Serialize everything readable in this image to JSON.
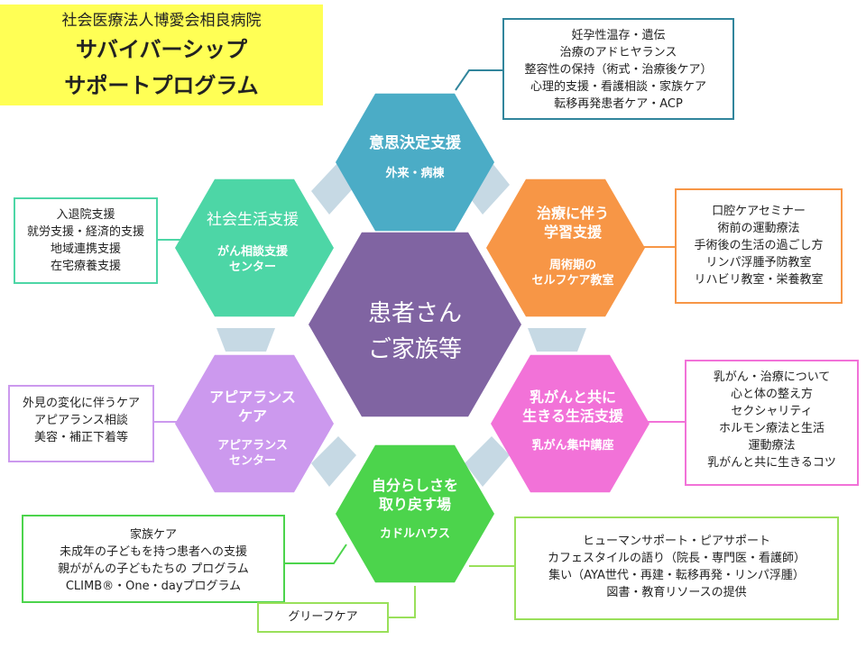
{
  "title": {
    "org": "社会医療法人博愛会相良病院",
    "line1": "サバイバーシップ",
    "line2": "サポートプログラム"
  },
  "center": {
    "line1": "患者さん",
    "line2": "ご家族等"
  },
  "hexes": {
    "decision": {
      "title": [
        "意思決定支援"
      ],
      "sub": [
        "外来・病棟"
      ]
    },
    "learning": {
      "title": [
        "治療に伴う",
        "学習支援"
      ],
      "sub": [
        "周術期の",
        "セルフケア教室"
      ]
    },
    "breast": {
      "title": [
        "乳がんと共に",
        "生きる生活支援"
      ],
      "sub": [
        "乳がん集中講座"
      ]
    },
    "self": {
      "title": [
        "自分らしさを",
        "取り戻す場"
      ],
      "sub": [
        "カドルハウス"
      ]
    },
    "appearance": {
      "title": [
        "アピアランス",
        "ケア"
      ],
      "sub": [
        "アピアランス",
        "センター"
      ]
    },
    "social": {
      "title": [
        "社会生活支援"
      ],
      "sub": [
        "がん相談支援",
        "センター"
      ]
    }
  },
  "boxes": {
    "decision": [
      "妊孕性温存・遺伝",
      "治療のアドヒヤランス",
      "整容性の保持（術式・治療後ケア）",
      "心理的支援・看護相談・家族ケア",
      "転移再発患者ケア・ACP"
    ],
    "learning": [
      "口腔ケアセミナー",
      "術前の運動療法",
      "手術後の生活の過ごし方",
      "リンパ浮腫予防教室",
      "リハビリ教室・栄養教室"
    ],
    "breast": [
      "乳がん・治療について",
      "心と体の整え方",
      "セクシャリティ",
      "ホルモン療法と生活",
      "運動療法",
      "乳がんと共に生きるコツ"
    ],
    "support": [
      "ヒューマンサポート・ピアサポート",
      "カフェスタイルの語り（院長・専門医・看護師）",
      "集い（AYA世代・再建・転移再発・リンパ浮腫）",
      "図書・教育リソースの提供"
    ],
    "family": [
      "家族ケア",
      "未成年の子どもを持つ患者への支援",
      "親ががんの子どもたちの プログラム",
      "CLIMB®・One・dayプログラム"
    ],
    "grief": [
      "グリーフケア"
    ],
    "appearance": [
      "外見の変化に伴うケア",
      "アピアランス相談",
      "美容・補正下着等"
    ],
    "social": [
      "入退院支援",
      "就労支援・経済的支援",
      "地域連携支援",
      "在宅療養支援"
    ]
  },
  "colors": {
    "decision": "#4bacc6",
    "learning": "#f79646",
    "breast": "#f272d8",
    "self": "#4cd44c",
    "appearance": "#cc99ee",
    "social": "#4dd6a6",
    "center": "#8064a2",
    "connector": "#c6d9e4",
    "title_bg": "#ffff55"
  }
}
